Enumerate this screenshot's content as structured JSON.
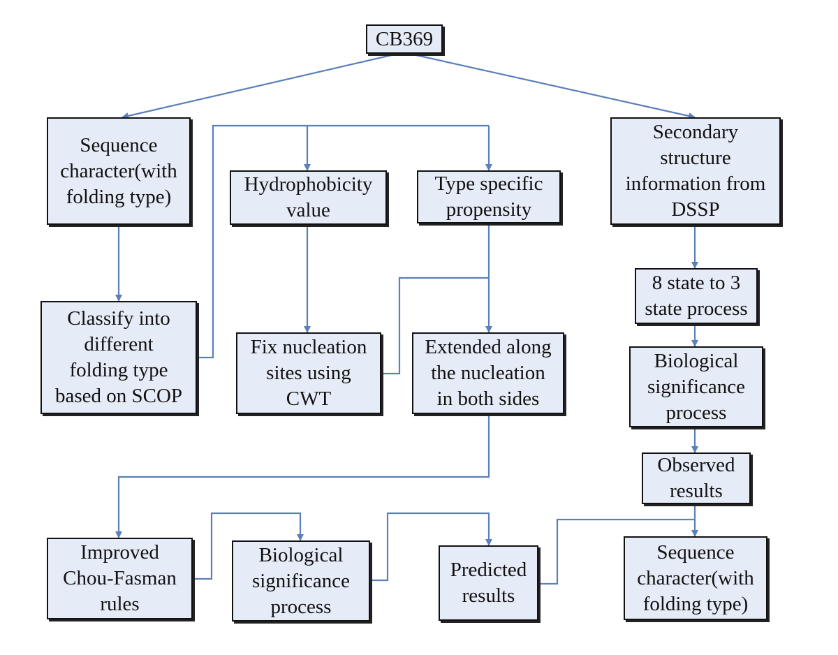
{
  "nodes": {
    "cb369": "CB369",
    "seq_char_top": "Sequence\ncharacter(with\nfolding type)",
    "hydrophobicity": "Hydrophobicity\nvalue",
    "type_specific": "Type specific\npropensity",
    "secondary_structure": "Secondary\nstructure\ninformation from\nDSSP",
    "classify": "Classify into\ndifferent\nfolding type\nbased on SCOP",
    "fix_nucleation": "Fix nucleation\nsites using\nCWT",
    "extended": "Extended along\nthe nucleation\nin both sides",
    "state_process": "8 state to 3\nstate process",
    "bio_sig_right": "Biological\nsignificance\nprocess",
    "observed": "Observed\nresults",
    "improved_cf": "Improved\nChou-Fasman\nrules",
    "bio_sig_bottom": "Biological\nsignificance\nprocess",
    "predicted": "Predicted\nresults",
    "seq_char_bottom": "Sequence\ncharacter(with\nfolding type)"
  },
  "colors": {
    "box_fill": "#e6ecf7",
    "box_border": "#111111",
    "connector": "#5b7fb9"
  }
}
